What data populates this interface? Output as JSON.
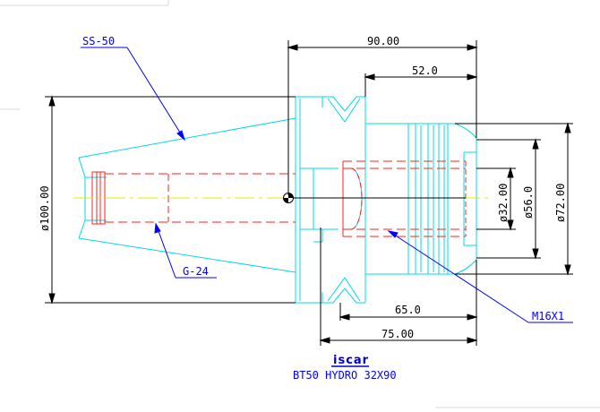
{
  "dimensions": {
    "length_total": "90.00",
    "length_body": "52.0",
    "length_65": "65.0",
    "length_75": "75.00",
    "diameter_100": "ø100.00",
    "diameter_32": "ø32.00",
    "diameter_56": "ø56.0",
    "diameter_72": "ø72.00"
  },
  "callouts": {
    "ss": "SS-50",
    "g": "G-24",
    "m": "M16X1"
  },
  "title_block": {
    "logo": "iscar",
    "part": "BT50 HYDRO 32X90"
  },
  "colors": {
    "outline": "#00d8e8",
    "hidden": "#ff2020",
    "dimension": "#000000",
    "leader": "#0000ff",
    "centerline": "#e8e800"
  }
}
